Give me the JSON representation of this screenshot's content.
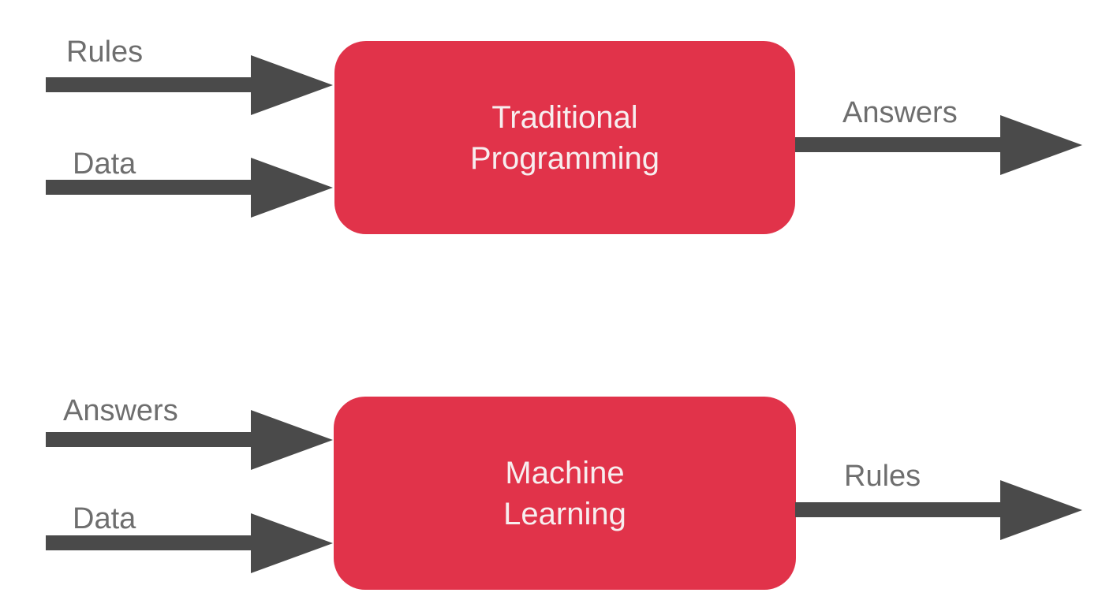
{
  "colors": {
    "background": "#FFFFFF",
    "box": "#E1334A",
    "box_text": "#F7EEEF",
    "arrow": "#4A4A4A",
    "label": "#6E6E6E"
  },
  "diagrams": [
    {
      "id": "traditional-programming",
      "box_label": {
        "line1": "Traditional",
        "line2": "Programming"
      },
      "inputs": [
        {
          "label": "Rules"
        },
        {
          "label": "Data"
        }
      ],
      "output": {
        "label": "Answers"
      }
    },
    {
      "id": "machine-learning",
      "box_label": {
        "line1": "Machine",
        "line2": "Learning"
      },
      "inputs": [
        {
          "label": "Answers"
        },
        {
          "label": "Data"
        }
      ],
      "output": {
        "label": "Rules"
      }
    }
  ]
}
